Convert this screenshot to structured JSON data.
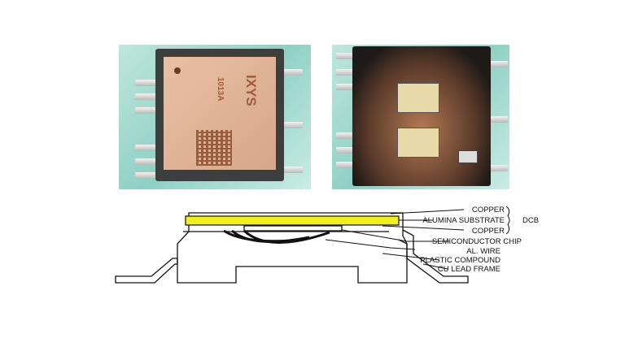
{
  "photo_left": {
    "logo_text": "IXYS",
    "part_number": "1013A"
  },
  "diagram": {
    "labels": {
      "copper_top": "COPPER",
      "alumina": "ALUMINA SUBSTRATE",
      "copper_bottom": "COPPER",
      "dcb": "DCB",
      "chip": "SEMICONDUCTOR CHIP",
      "wire": "AL. WIRE",
      "compound": "PLASTIC COMPOUND",
      "lead_frame": "CU LEAD FRAME"
    },
    "colors": {
      "alumina": "#f5ee1e",
      "line": "#111111"
    }
  }
}
